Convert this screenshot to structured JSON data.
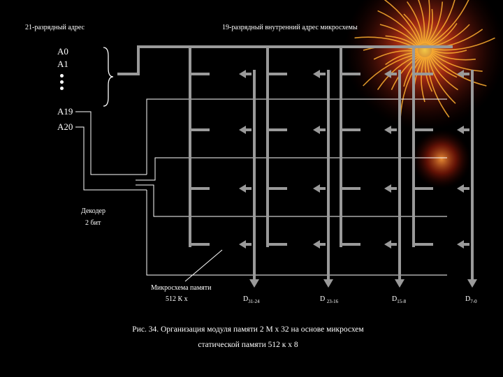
{
  "header": {
    "left_label": "21-разрядный адрес",
    "right_label": "19-разрядный внутренний адрес микросхемы"
  },
  "address_lines": {
    "a0": "A0",
    "a1": "A1",
    "a19": "A19",
    "a20": "A20"
  },
  "decoder": {
    "line1": "Декодер",
    "line2": "2 бит"
  },
  "chip_label": {
    "line1": "Микросхема памяти",
    "line2": "512 К х"
  },
  "outputs": [
    {
      "label": "D",
      "sub": "31-24"
    },
    {
      "label": "D ",
      "sub": "23-16"
    },
    {
      "label": "D",
      "sub": "15-8"
    },
    {
      "label": "D",
      "sub": "7-0"
    }
  ],
  "caption": {
    "line1": "Рис. 34. Организация модуля памяти 2 М х 32 на основе микросхем",
    "line2": "статической памяти 512 к х 8"
  },
  "colors": {
    "background": "#000000",
    "bus": "#999999",
    "wire": "#ffffff",
    "text": "#ffffff"
  }
}
